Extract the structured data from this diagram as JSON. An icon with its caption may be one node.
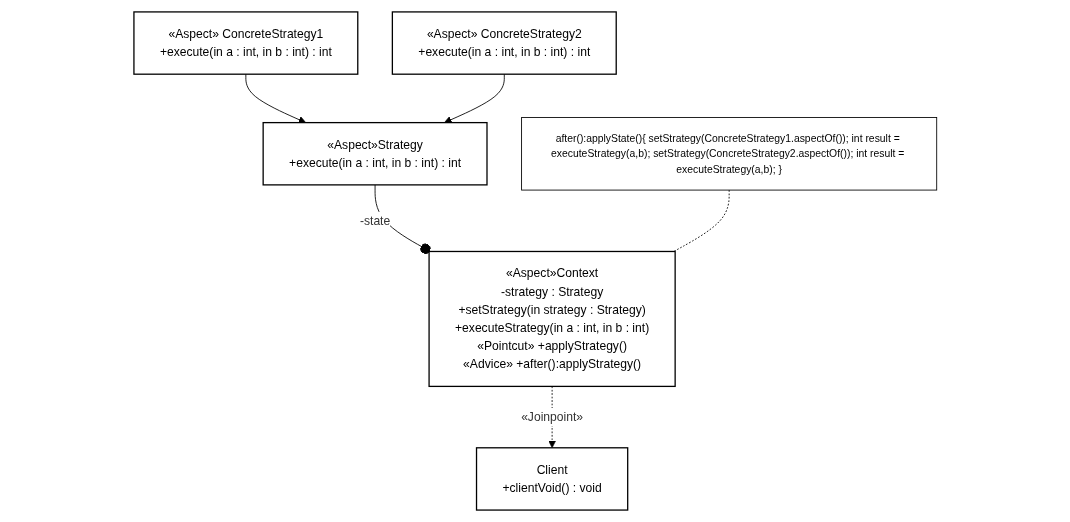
{
  "diagram": {
    "nodes": [
      {
        "text": [
          "«Aspect»Context",
          "-strategy : Strategy",
          "+setStrategy(in strategy : Strategy)",
          "+executeStrategy(in a : int, in b : int)",
          "«Pointcut» +applyStrategy()",
          "«Advice» +after():applyStrategy()"
        ]
      },
      {
        "text": [
          "«Aspect»Strategy",
          "+execute(in a : int, in b : int) : int"
        ]
      },
      {
        "text": [
          "after():applyState(){ setStrategy(ConcreteStrategy1.aspectOf()); int result = executeStrategy(a,b); setStrategy(ConcreteStrategy2.aspectOf()); int result = executeStrategy(a,b); }"
        ]
      },
      {
        "text": [
          "Client",
          "+clientVoid() : void"
        ]
      },
      {
        "text": [
          "«Aspect» ConcreteStrategy1",
          "+execute(in a : int, in b : int) : int"
        ]
      },
      {
        "text": [
          "«Aspect» ConcreteStrategy2",
          "+execute(in a : int, in b : int) : int"
        ]
      }
    ],
    "edges": [
      {
        "from": 0,
        "to": 1,
        "arrow": "other",
        "label": "-state"
      },
      {
        "from": 0,
        "to": 3,
        "arrow": "to",
        "style": "dashed",
        "label": "«Joinpoint»"
      },
      {
        "from": 2,
        "to": 0,
        "arrow": "none",
        "style": "dashed"
      },
      {
        "from": 4,
        "to": 1,
        "arrow": "to"
      },
      {
        "from": 5,
        "to": 1,
        "arrow": "to"
      }
    ]
  }
}
